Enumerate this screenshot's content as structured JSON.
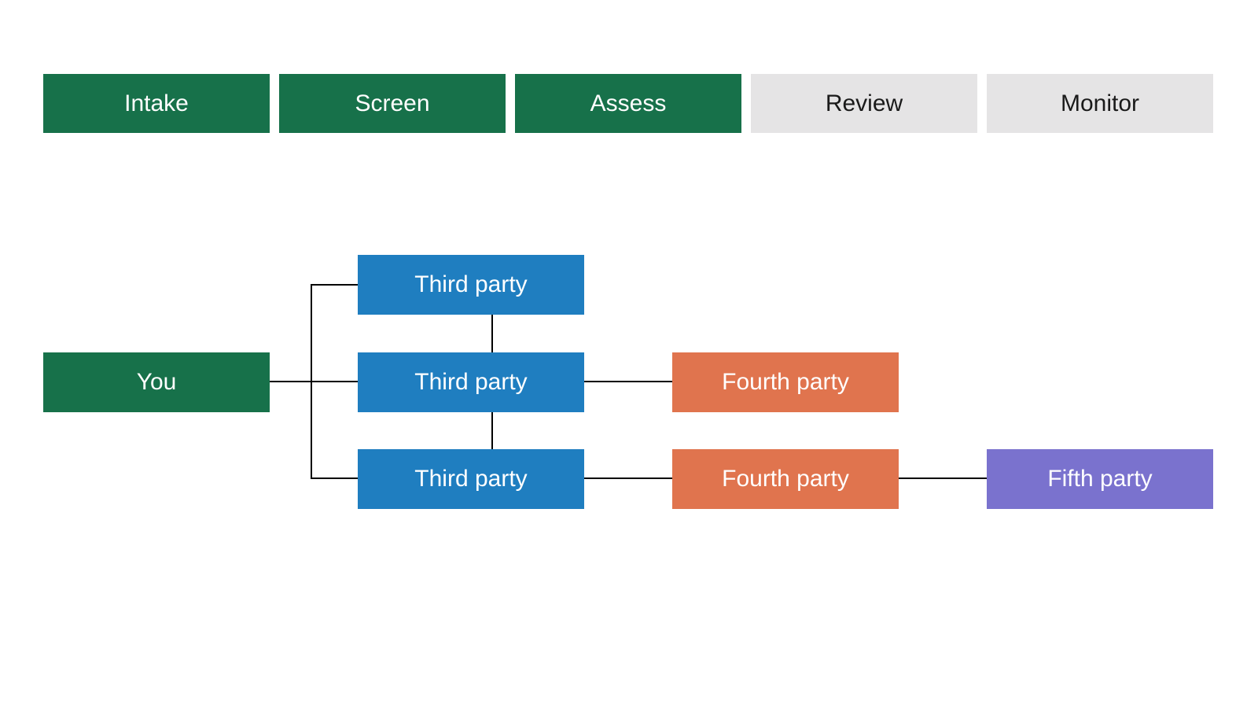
{
  "colors": {
    "green": "#17714a",
    "blue": "#1f7ec0",
    "orange": "#e0744e",
    "purple": "#7a72ce",
    "gray": "#e5e4e5",
    "line": "#000000",
    "text_on_dark": "#ffffff",
    "text_on_gray": "#1a1a1a"
  },
  "stages": [
    {
      "label": "Intake",
      "state": "active"
    },
    {
      "label": "Screen",
      "state": "active"
    },
    {
      "label": "Assess",
      "state": "active"
    },
    {
      "label": "Review",
      "state": "inactive"
    },
    {
      "label": "Monitor",
      "state": "inactive"
    }
  ],
  "diagram": {
    "nodes": [
      {
        "id": "you",
        "label": "You",
        "type": "you"
      },
      {
        "id": "third-1",
        "label": "Third party",
        "type": "third"
      },
      {
        "id": "third-2",
        "label": "Third party",
        "type": "third"
      },
      {
        "id": "third-3",
        "label": "Third party",
        "type": "third"
      },
      {
        "id": "fourth-1",
        "label": "Fourth party",
        "type": "fourth"
      },
      {
        "id": "fourth-2",
        "label": "Fourth party",
        "type": "fourth"
      },
      {
        "id": "fifth-1",
        "label": "Fifth party",
        "type": "fifth"
      }
    ],
    "edges": [
      {
        "from": "you",
        "to": "third-1"
      },
      {
        "from": "you",
        "to": "third-2"
      },
      {
        "from": "you",
        "to": "third-3"
      },
      {
        "from": "third-1",
        "to": "third-2"
      },
      {
        "from": "third-2",
        "to": "third-3"
      },
      {
        "from": "third-2",
        "to": "fourth-1"
      },
      {
        "from": "third-3",
        "to": "fourth-2"
      },
      {
        "from": "fourth-2",
        "to": "fifth-1"
      }
    ]
  }
}
